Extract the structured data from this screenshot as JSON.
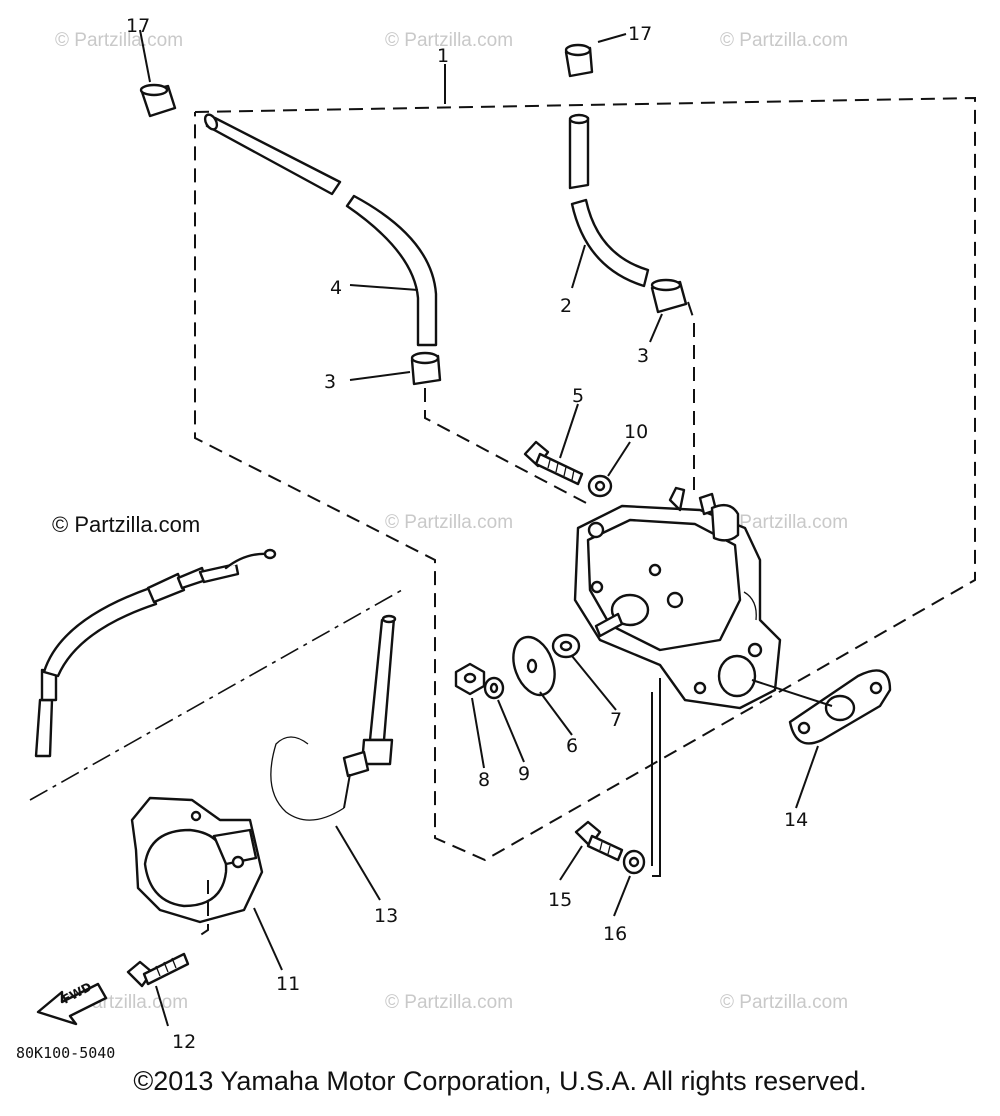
{
  "watermark": "© Partzilla.com",
  "watermark_marked": "© Partzilla.com",
  "drawing_code": "80K100-5040",
  "copyright": "©2013 Yamaha Motor Corporation, U.S.A. All rights reserved.",
  "callouts": {
    "c1": "1",
    "c2": "2",
    "c3a": "3",
    "c3b": "3",
    "c4": "4",
    "c5": "5",
    "c6": "6",
    "c7": "7",
    "c8": "8",
    "c9": "9",
    "c10": "10",
    "c11": "11",
    "c12": "12",
    "c13": "13",
    "c14": "14",
    "c15": "15",
    "c16": "16",
    "c17a": "17",
    "c17b": "17"
  },
  "fwd_label": "FWD"
}
